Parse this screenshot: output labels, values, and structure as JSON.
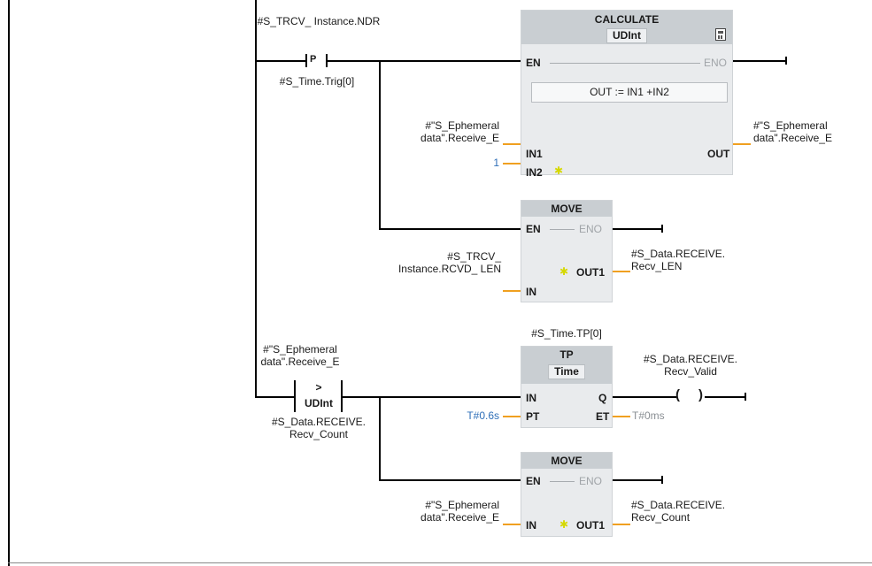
{
  "network": {
    "edge_trigger": {
      "operand": "#S_TRCV_ Instance.NDR",
      "type_label": "P",
      "memory": "#S_Time.Trig[0]"
    },
    "calculate": {
      "title": "CALCULATE",
      "datatype": "UDInt",
      "icon": "calculator-icon",
      "en": "EN",
      "eno": "ENO",
      "formula": "OUT :=   IN1 +IN2",
      "in1_label": "IN1",
      "in2_label": "IN2",
      "out_label": "OUT",
      "in1_operand": "#\"S_Ephemeral data\".Receive_E",
      "in2_operand": "1",
      "out_operand": "#\"S_Ephemeral data\".Receive_E"
    },
    "move1": {
      "title": "MOVE",
      "en": "EN",
      "eno": "ENO",
      "in_label": "IN",
      "out_label": "OUT1",
      "in_operand": "#S_TRCV_ Instance.RCVD_ LEN",
      "out_operand": "#S_Data.RECEIVE. Recv_LEN"
    },
    "compare": {
      "top_operand": "#\"S_Ephemeral data\".Receive_E",
      "operator": ">",
      "datatype": "UDInt",
      "bottom_operand": "#S_Data.RECEIVE. Recv_Count"
    },
    "tp": {
      "instance": "#S_Time.TP[0]",
      "title": "TP",
      "datatype": "Time",
      "in_label": "IN",
      "pt_label": "PT",
      "q_label": "Q",
      "et_label": "ET",
      "pt_operand": "T#0.6s",
      "et_operand": "T#0ms"
    },
    "coil": {
      "operand": "#S_Data.RECEIVE. Recv_Valid"
    },
    "move2": {
      "title": "MOVE",
      "en": "EN",
      "eno": "ENO",
      "in_label": "IN",
      "out_label": "OUT1",
      "in_operand": "#\"S_Ephemeral data\".Receive_E",
      "out_operand": "#S_Data.RECEIVE. Recv_Count"
    }
  }
}
